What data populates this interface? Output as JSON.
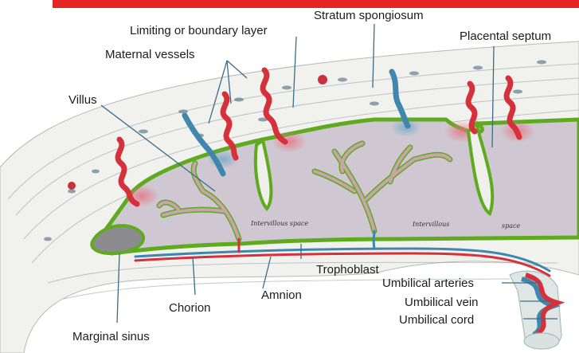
{
  "colors": {
    "header_bar": "#e52521",
    "tissue": "#f1f1ee",
    "intervillous_space": "#cfc8d2",
    "chorion_outline": "#5faa1e",
    "artery": "#d6303a",
    "vein": "#3f87ad",
    "villus_fill": "#c9a4ab",
    "leader_line": "#3a6c8a"
  },
  "labels": {
    "stratum_spongiosum": "Stratum spongiosum",
    "limiting_layer": "Limiting or boundary layer",
    "placental_septum": "Placental septum",
    "maternal_vessels": "Maternal vessels",
    "villus": "Villus",
    "trophoblast": "Trophoblast",
    "umbilical_arteries": "Umbilical arteries",
    "amnion": "Amnion",
    "umbilical_vein": "Umbilical vein",
    "chorion": "Chorion",
    "umbilical_cord": "Umbilical cord",
    "marginal_sinus": "Marginal sinus"
  },
  "inline_labels": {
    "intervillous_space_1": "Intervillous space",
    "intervillous_space_2a": "Intervillous",
    "intervillous_space_2b": "space"
  }
}
